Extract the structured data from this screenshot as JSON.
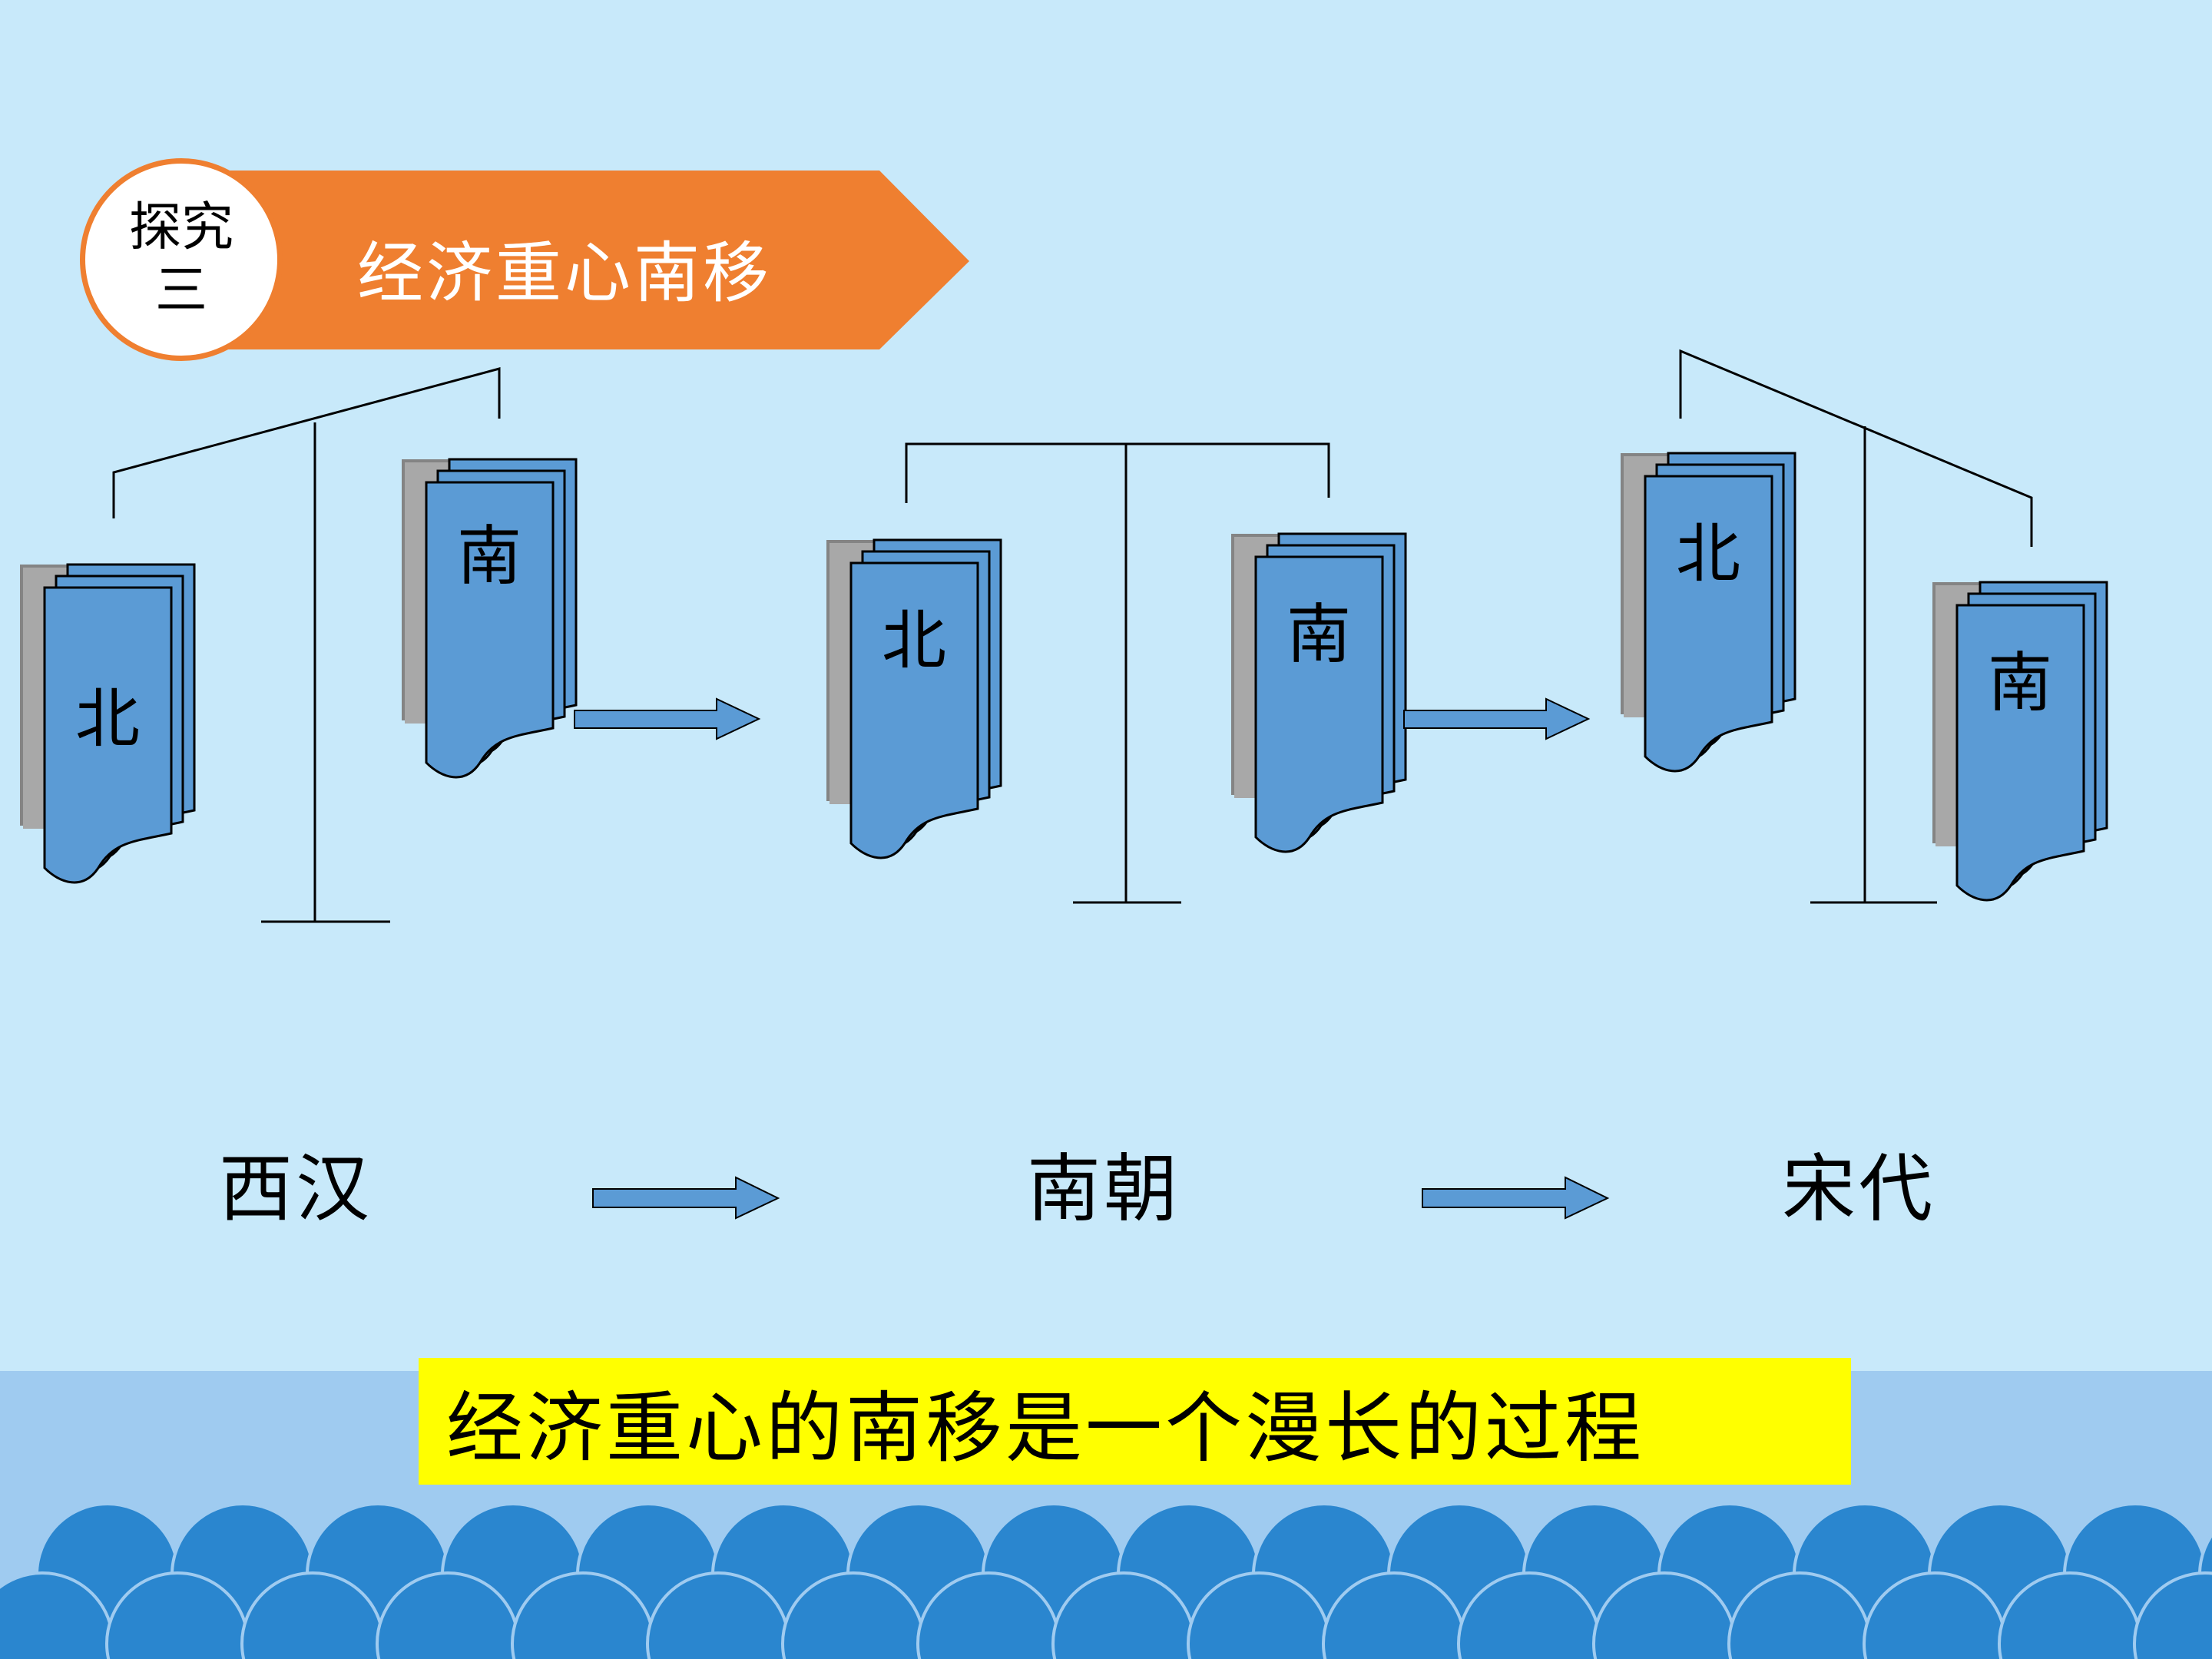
{
  "badge": {
    "line1": "探究",
    "line2": "三"
  },
  "title": "经济重心南移",
  "scales": [
    {
      "era": "西汉",
      "left_label": "北",
      "right_label": "南"
    },
    {
      "era": "南朝",
      "left_label": "北",
      "right_label": "南"
    },
    {
      "era": "宋代",
      "left_label": "北",
      "right_label": "南"
    }
  ],
  "conclusion": "经济重心的南移是一个漫长的过程",
  "colors": {
    "background": "#c8e9fa",
    "banner_orange": "#ef7f30",
    "document_blue": "#5b9bd5",
    "highlight": "#ffff00",
    "wave_dark": "#2a86cf",
    "band_light": "#9fcbf0"
  }
}
